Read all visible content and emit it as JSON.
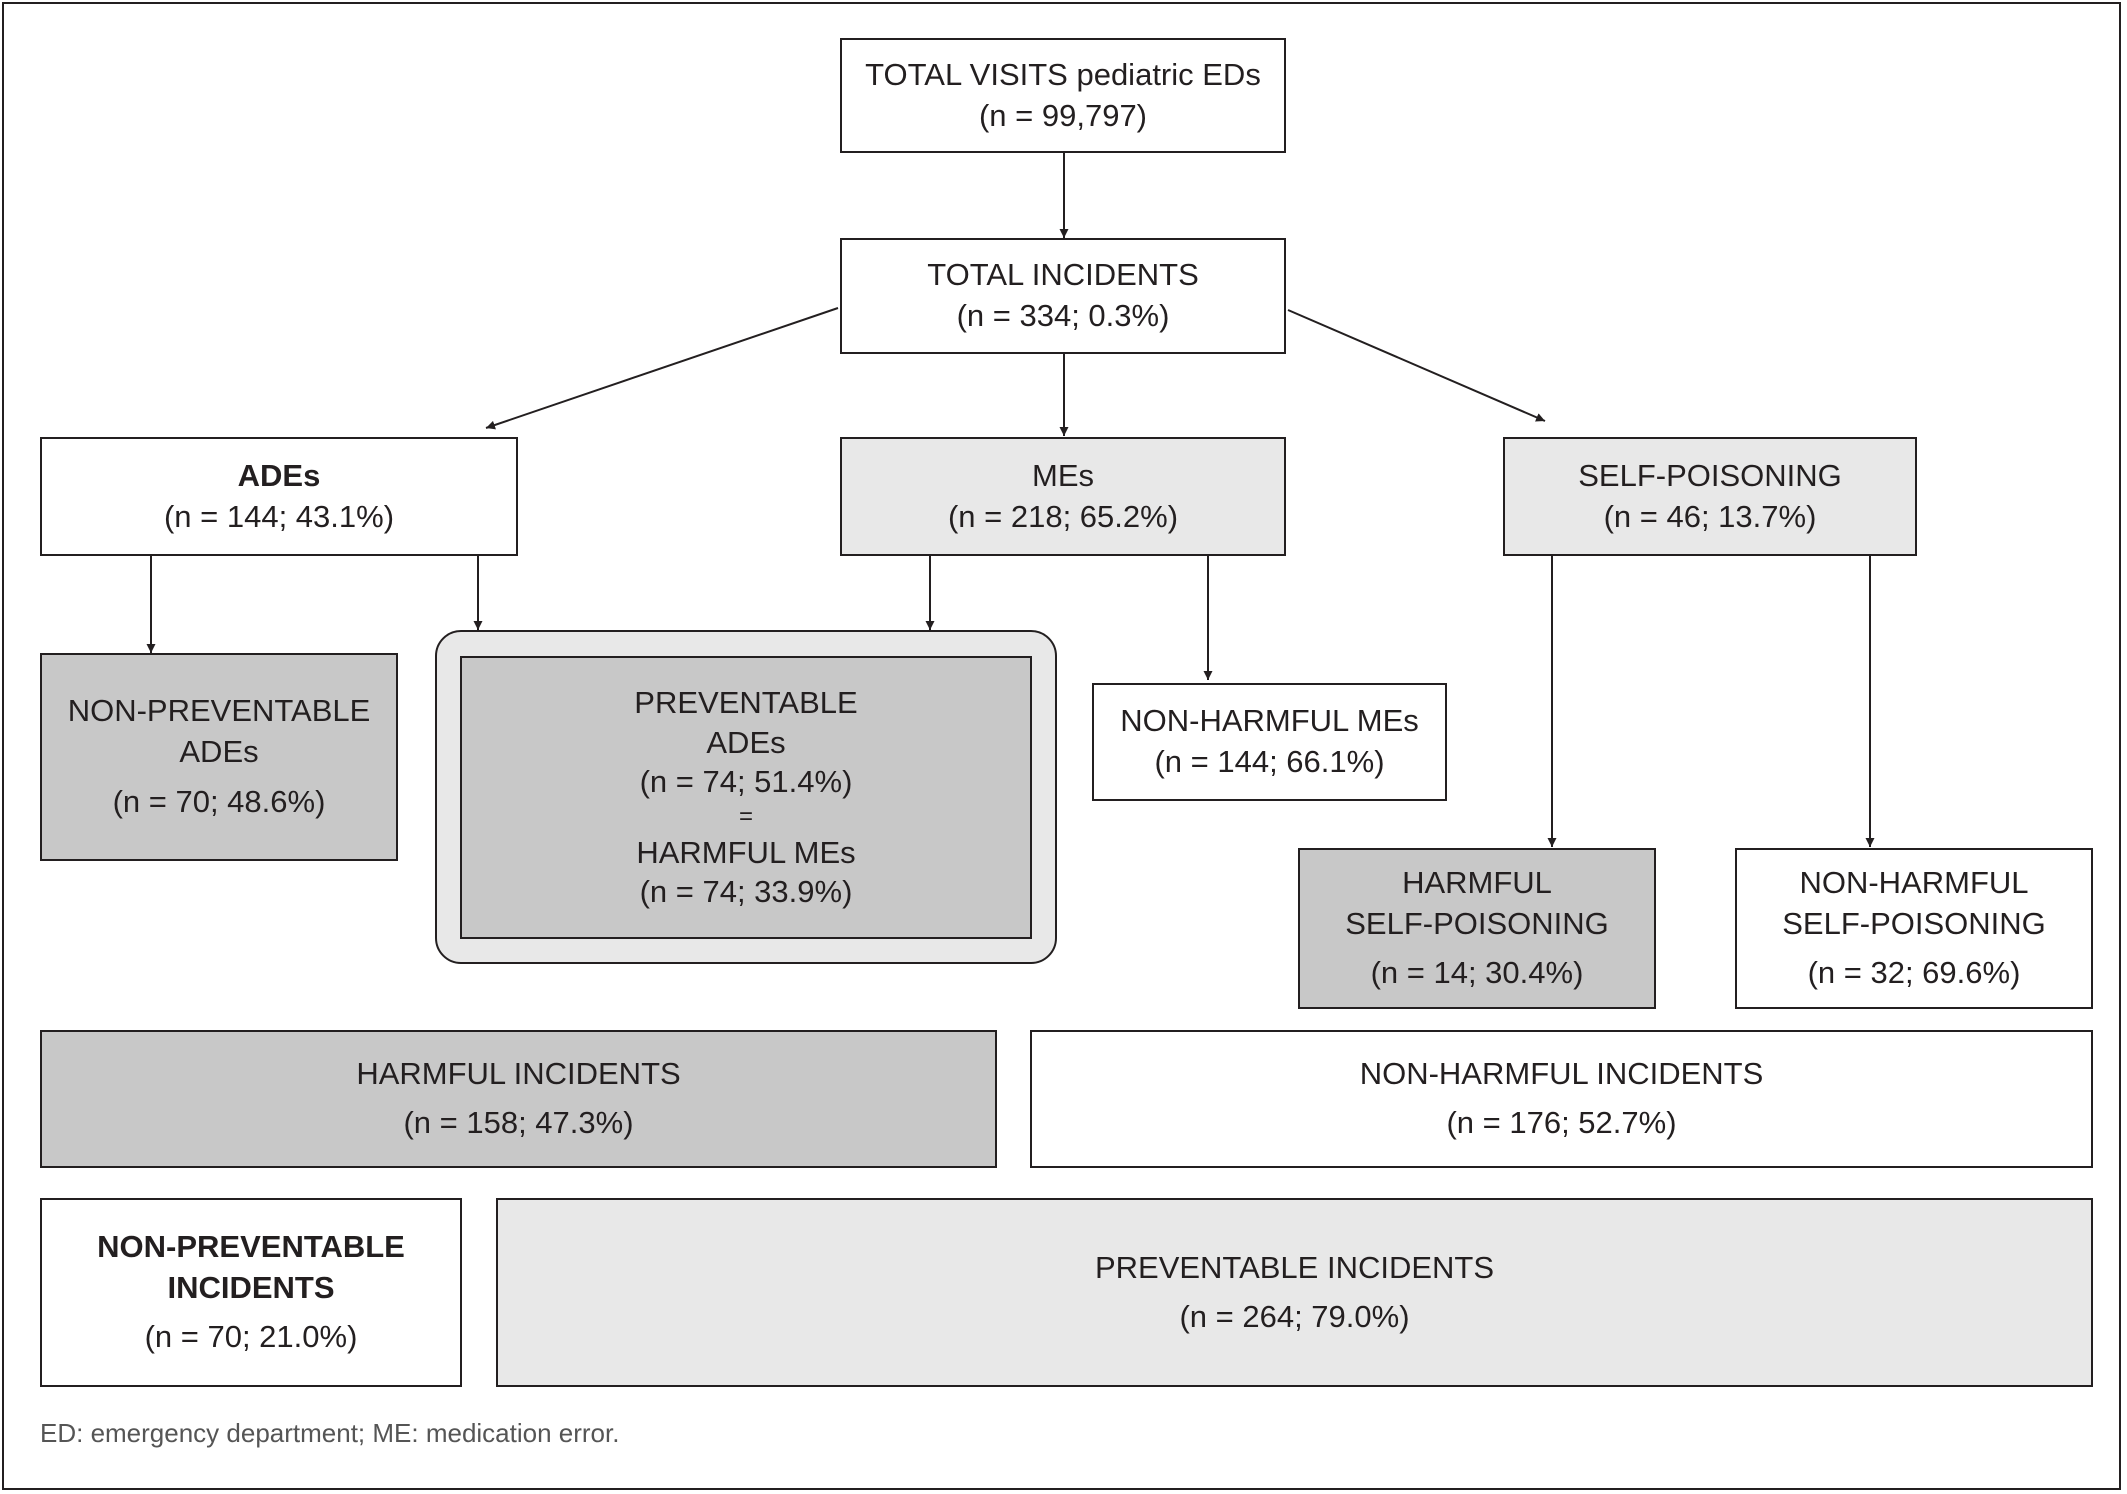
{
  "diagram": {
    "total_visits": {
      "title": "TOTAL VISITS pediatric EDs",
      "count": "(n = 99,797)"
    },
    "total_incidents": {
      "title": "TOTAL INCIDENTS",
      "count": "(n = 334; 0.3%)"
    },
    "ades": {
      "title": "ADEs",
      "count": "(n = 144; 43.1%)"
    },
    "mes": {
      "title": "MEs",
      "count": "(n = 218; 65.2%)"
    },
    "self_poisoning": {
      "title": "SELF-POISONING",
      "count": "(n = 46; 13.7%)"
    },
    "non_preventable_ades": {
      "line1": "NON-PREVENTABLE",
      "line2": "ADEs",
      "count": "(n = 70; 48.6%)"
    },
    "preventable_ades": {
      "line1": "PREVENTABLE",
      "line2": "ADEs",
      "count": "(n = 74; 51.4%)",
      "equals": "=",
      "line3": "HARMFUL MEs",
      "count2": "(n = 74; 33.9%)"
    },
    "non_harmful_mes": {
      "title": "NON-HARMFUL MEs",
      "count": "(n = 144; 66.1%)"
    },
    "harmful_self_poisoning": {
      "line1": "HARMFUL",
      "line2": "SELF-POISONING",
      "count": "(n = 14; 30.4%)"
    },
    "non_harmful_self_poisoning": {
      "line1": "NON-HARMFUL",
      "line2": "SELF-POISONING",
      "count": "(n = 32; 69.6%)"
    },
    "harmful_incidents": {
      "title": "HARMFUL INCIDENTS",
      "count": "(n = 158; 47.3%)"
    },
    "non_harmful_incidents": {
      "title": "NON-HARMFUL INCIDENTS",
      "count": "(n = 176; 52.7%)"
    },
    "non_preventable_incidents": {
      "line1": "NON-PREVENTABLE",
      "line2": "INCIDENTS",
      "count": "(n = 70; 21.0%)"
    },
    "preventable_incidents": {
      "title": "PREVENTABLE INCIDENTS",
      "count": "(n = 264; 79.0%)"
    }
  },
  "footnote": "ED: emergency department; ME: medication error.",
  "colors": {
    "stroke": "#231f20",
    "white_fill": "#ffffff",
    "light_fill": "#e8e8e8",
    "dark_fill": "#c8c8c8"
  }
}
